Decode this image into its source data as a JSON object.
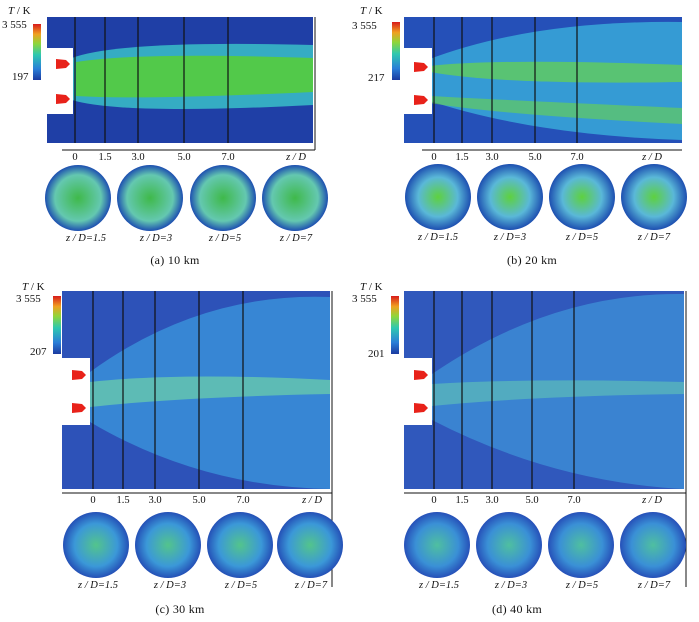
{
  "legend_title_var": "T",
  "legend_title_unit": " / K",
  "axis_label": "z / D",
  "stations": [
    "0",
    "1.5",
    "3.0",
    "5.0",
    "7.0"
  ],
  "sections": [
    "z / D=1.5",
    "z / D=3",
    "z / D=5",
    "z / D=7"
  ],
  "panels": [
    {
      "caption": "(a)  10 km",
      "legend_max": "3 555",
      "legend_min": "197"
    },
    {
      "caption": "(b)  20 km",
      "legend_max": "3 555",
      "legend_min": "217"
    },
    {
      "caption": "(c)  30 km",
      "legend_max": "3 555",
      "legend_min": "207"
    },
    {
      "caption": "(d)  40 km",
      "legend_max": "3 555",
      "legend_min": "201"
    }
  ],
  "colors": {
    "cold": "#1c3fa8",
    "mid": "#2aa0e0",
    "warm": "#3ec93a",
    "hot": "#e8221a"
  }
}
